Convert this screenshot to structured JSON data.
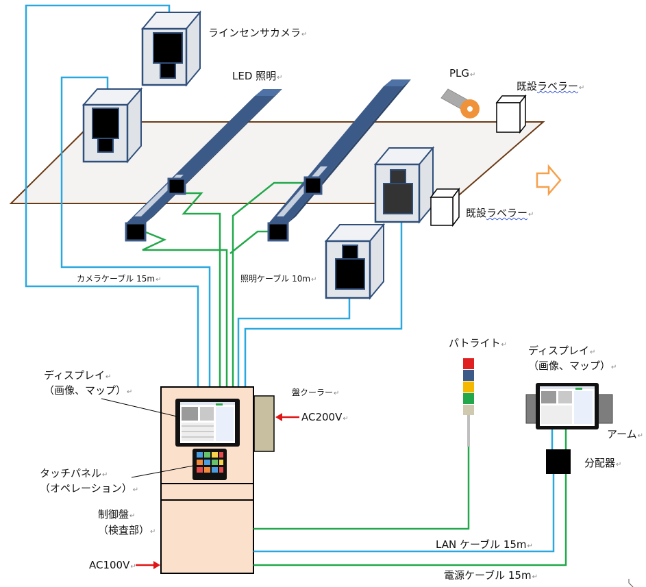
{
  "labels": {
    "line_camera": "ラインセンサカメラ",
    "led": "LED 照明",
    "plg": "PLG",
    "labeler_top_prefix": "既設",
    "labeler_top_suffix": "ラベラー",
    "labeler_mid_prefix": "既設",
    "labeler_mid_suffix": "ラベラー",
    "camera_cable": "カメラケーブル 15m",
    "light_cable": "照明ケーブル 10m",
    "patlite": "パトライト",
    "display_right_1": "ディスプレイ",
    "display_right_2": "（画像、マップ）",
    "display_left_1": "ディスプレイ",
    "display_left_2": "（画像、マップ）",
    "cooler": "盤クーラー",
    "ac200": "AC200V",
    "arm": "アーム",
    "touch_1": "タッチパネル",
    "touch_2": "（オペレーション）",
    "distributor": "分配器",
    "panel_1": "制御盤",
    "panel_2": "（検査部）",
    "lan": "LAN ケーブル 15m",
    "ac100": "AC100V",
    "power": "電源ケーブル 15m",
    "para_mark": "↵"
  },
  "colors": {
    "lan_cable": "#2aa7df",
    "green_cable": "#22a84a",
    "plane_edge": "#6b3a14",
    "led_bar": "#3c5a88",
    "cabinet": "#fbe0cc",
    "arrow_orange": "#f6a04a",
    "red_arrow": "#e01515"
  },
  "patlite_colors": [
    "#e02020",
    "#3c5a88",
    "#f5b800",
    "#22a84a",
    "#cfc9b0"
  ]
}
